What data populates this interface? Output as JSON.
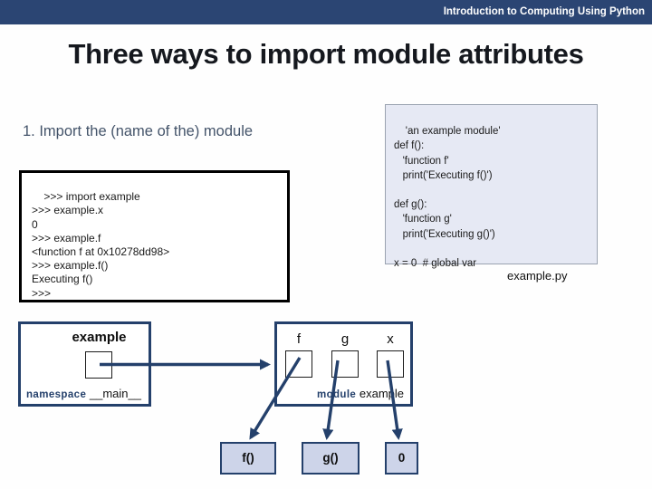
{
  "header": {
    "course_label": "Introduction to Computing Using Python"
  },
  "slide": {
    "title": "Three ways to import module attributes"
  },
  "section": {
    "heading": "1. Import the (name of the) module"
  },
  "interpreter": {
    "code": ">>> import example\n>>> example.x\n0\n>>> example.f\n<function f at 0x10278dd98>\n>>> example.f()\nExecuting f()\n>>>"
  },
  "module_file": {
    "filename": "example.py",
    "code": "'an example module'\ndef f():\n   'function f'\n   print('Executing f()')\n\ndef g():\n   'function g'\n   print('Executing g()')\n\nx = 0  # global var"
  },
  "diagram": {
    "namespace_box": {
      "title": "example",
      "keyword": "namespace",
      "name": "__main__"
    },
    "module_box": {
      "keyword": "module",
      "name": "example",
      "attributes": [
        "f",
        "g",
        "x"
      ]
    },
    "value_boxes": [
      "f()",
      "g()",
      "0"
    ]
  },
  "colors": {
    "header_bar": "#2b4573",
    "diagram_navy": "#24406b",
    "section_heading": "#44546a",
    "module_file_bg": "#e6e9f4",
    "value_box_bg": "#cdd4e9"
  }
}
